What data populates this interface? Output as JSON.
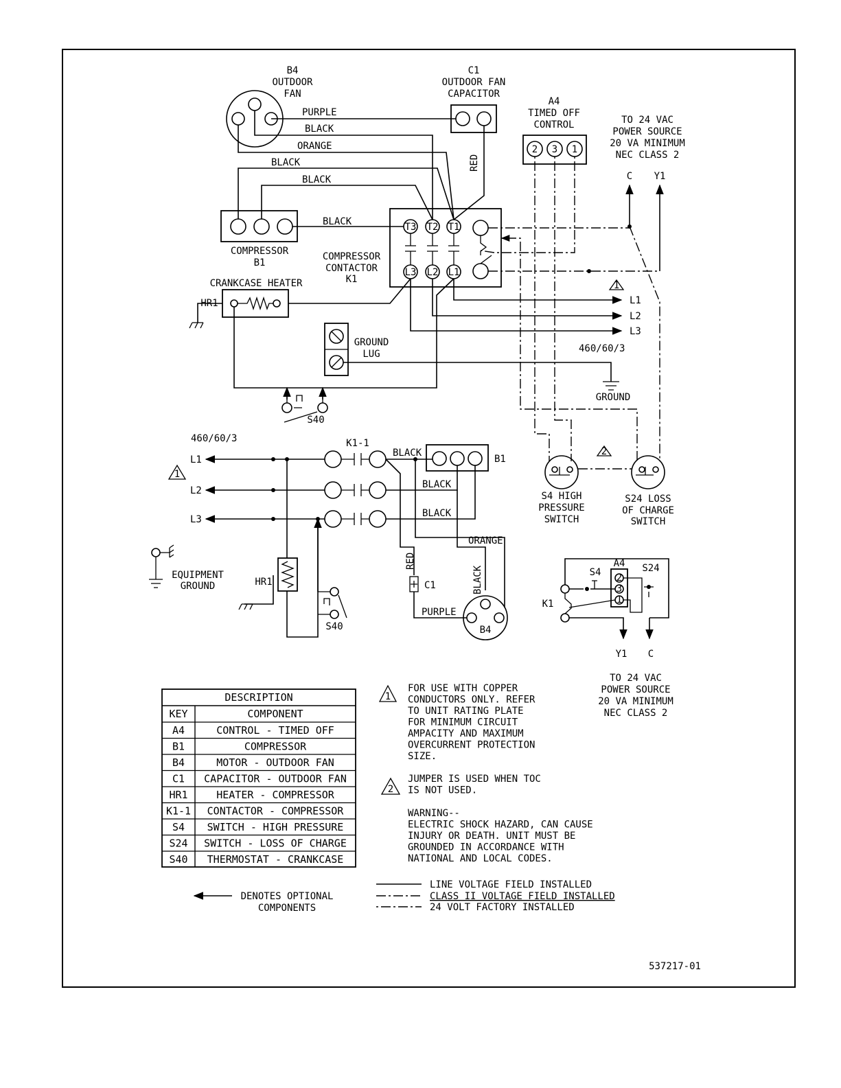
{
  "title_block": {
    "drawing_number": "537217-01"
  },
  "components": {
    "b4_fan": {
      "id": "B4",
      "line1": "OUTDOOR",
      "line2": "FAN"
    },
    "c1_cap": {
      "id": "C1",
      "line1": "OUTDOOR FAN",
      "line2": "CAPACITOR"
    },
    "a4_toc": {
      "id": "A4",
      "line1": "TIMED OFF",
      "line2": "CONTROL",
      "t2": "2",
      "t3": "3",
      "t1": "1"
    },
    "power_top": {
      "line1": "TO 24 VAC",
      "line2": "POWER SOURCE",
      "line3": "20 VA MINIMUM",
      "line4": "NEC CLASS 2",
      "c": "C",
      "y1": "Y1"
    },
    "compressor": {
      "line1": "COMPRESSOR",
      "line2": "B1"
    },
    "contactor": {
      "line1": "COMPRESSOR",
      "line2": "CONTACTOR",
      "line3": "K1",
      "t3": "T3",
      "t2": "T2",
      "t1": "T1",
      "l3": "L3",
      "l2": "L2",
      "l1": "L1"
    },
    "crankcase": {
      "label": "CRANKCASE HEATER",
      "id": "HR1"
    },
    "ground_lug": {
      "line1": "GROUND",
      "line2": "LUG"
    },
    "s40": {
      "id": "S40"
    },
    "supply": {
      "voltage": "460/60/3",
      "l1": "L1",
      "l2": "L2",
      "l3": "L3",
      "ground": "GROUND"
    },
    "s4": {
      "line1": "S4 HIGH",
      "line2": "PRESSURE",
      "line3": "SWITCH"
    },
    "s24": {
      "line1": "S24 LOSS",
      "line2": "OF CHARGE",
      "line3": "SWITCH"
    }
  },
  "wires": {
    "purple": "PURPLE",
    "black": "BLACK",
    "orange": "ORANGE",
    "red": "RED"
  },
  "ladder": {
    "voltage": "460/60/3",
    "l1": "L1",
    "l2": "L2",
    "l3": "L3",
    "k1_1": "K1-1",
    "b1": "B1",
    "c1": "C1",
    "b4": "B4",
    "hr1": "HR1",
    "s40": "S40",
    "equip_ground_1": "EQUIPMENT",
    "equip_ground_2": "GROUND"
  },
  "control_diagram": {
    "a4": "A4",
    "s4": "S4",
    "s24": "S24",
    "k1": "K1",
    "t2": "2",
    "t3": "3",
    "t1": "1",
    "y1": "Y1",
    "c": "C",
    "power_1": "TO 24 VAC",
    "power_2": "POWER SOURCE",
    "power_3": "20 VA MINIMUM",
    "power_4": "NEC CLASS 2"
  },
  "flags": {
    "one": "1",
    "two": "2"
  },
  "legend_table": {
    "title": "DESCRIPTION",
    "headers": [
      "KEY",
      "COMPONENT"
    ],
    "rows": [
      [
        "A4",
        "CONTROL - TIMED OFF"
      ],
      [
        "B1",
        "COMPRESSOR"
      ],
      [
        "B4",
        "MOTOR - OUTDOOR FAN"
      ],
      [
        "C1",
        "CAPACITOR - OUTDOOR FAN"
      ],
      [
        "HR1",
        "HEATER - COMPRESSOR"
      ],
      [
        "K1-1",
        "CONTACTOR - COMPRESSOR"
      ],
      [
        "S4",
        "SWITCH - HIGH PRESSURE"
      ],
      [
        "S24",
        "SWITCH - LOSS OF CHARGE"
      ],
      [
        "S40",
        "THERMOSTAT - CRANKCASE"
      ]
    ]
  },
  "notes": {
    "note1": [
      "FOR USE WITH COPPER",
      "CONDUCTORS ONLY. REFER",
      "TO UNIT RATING PLATE",
      "FOR MINIMUM CIRCUIT",
      "AMPACITY AND MAXIMUM",
      "OVERCURRENT PROTECTION",
      "SIZE."
    ],
    "note2": [
      "JUMPER IS USED WHEN TOC",
      "IS NOT USED."
    ],
    "warning": [
      "WARNING--",
      "ELECTRIC SHOCK HAZARD, CAN CAUSE",
      "INJURY OR DEATH. UNIT MUST BE",
      "GROUNDED IN ACCORDANCE WITH",
      "NATIONAL AND LOCAL CODES."
    ]
  },
  "line_legend": {
    "optional_1": "DENOTES OPTIONAL",
    "optional_2": "COMPONENTS",
    "line_voltage": "LINE VOLTAGE FIELD INSTALLED",
    "class2": "CLASS II VOLTAGE FIELD INSTALLED",
    "factory": "24 VOLT FACTORY INSTALLED"
  }
}
